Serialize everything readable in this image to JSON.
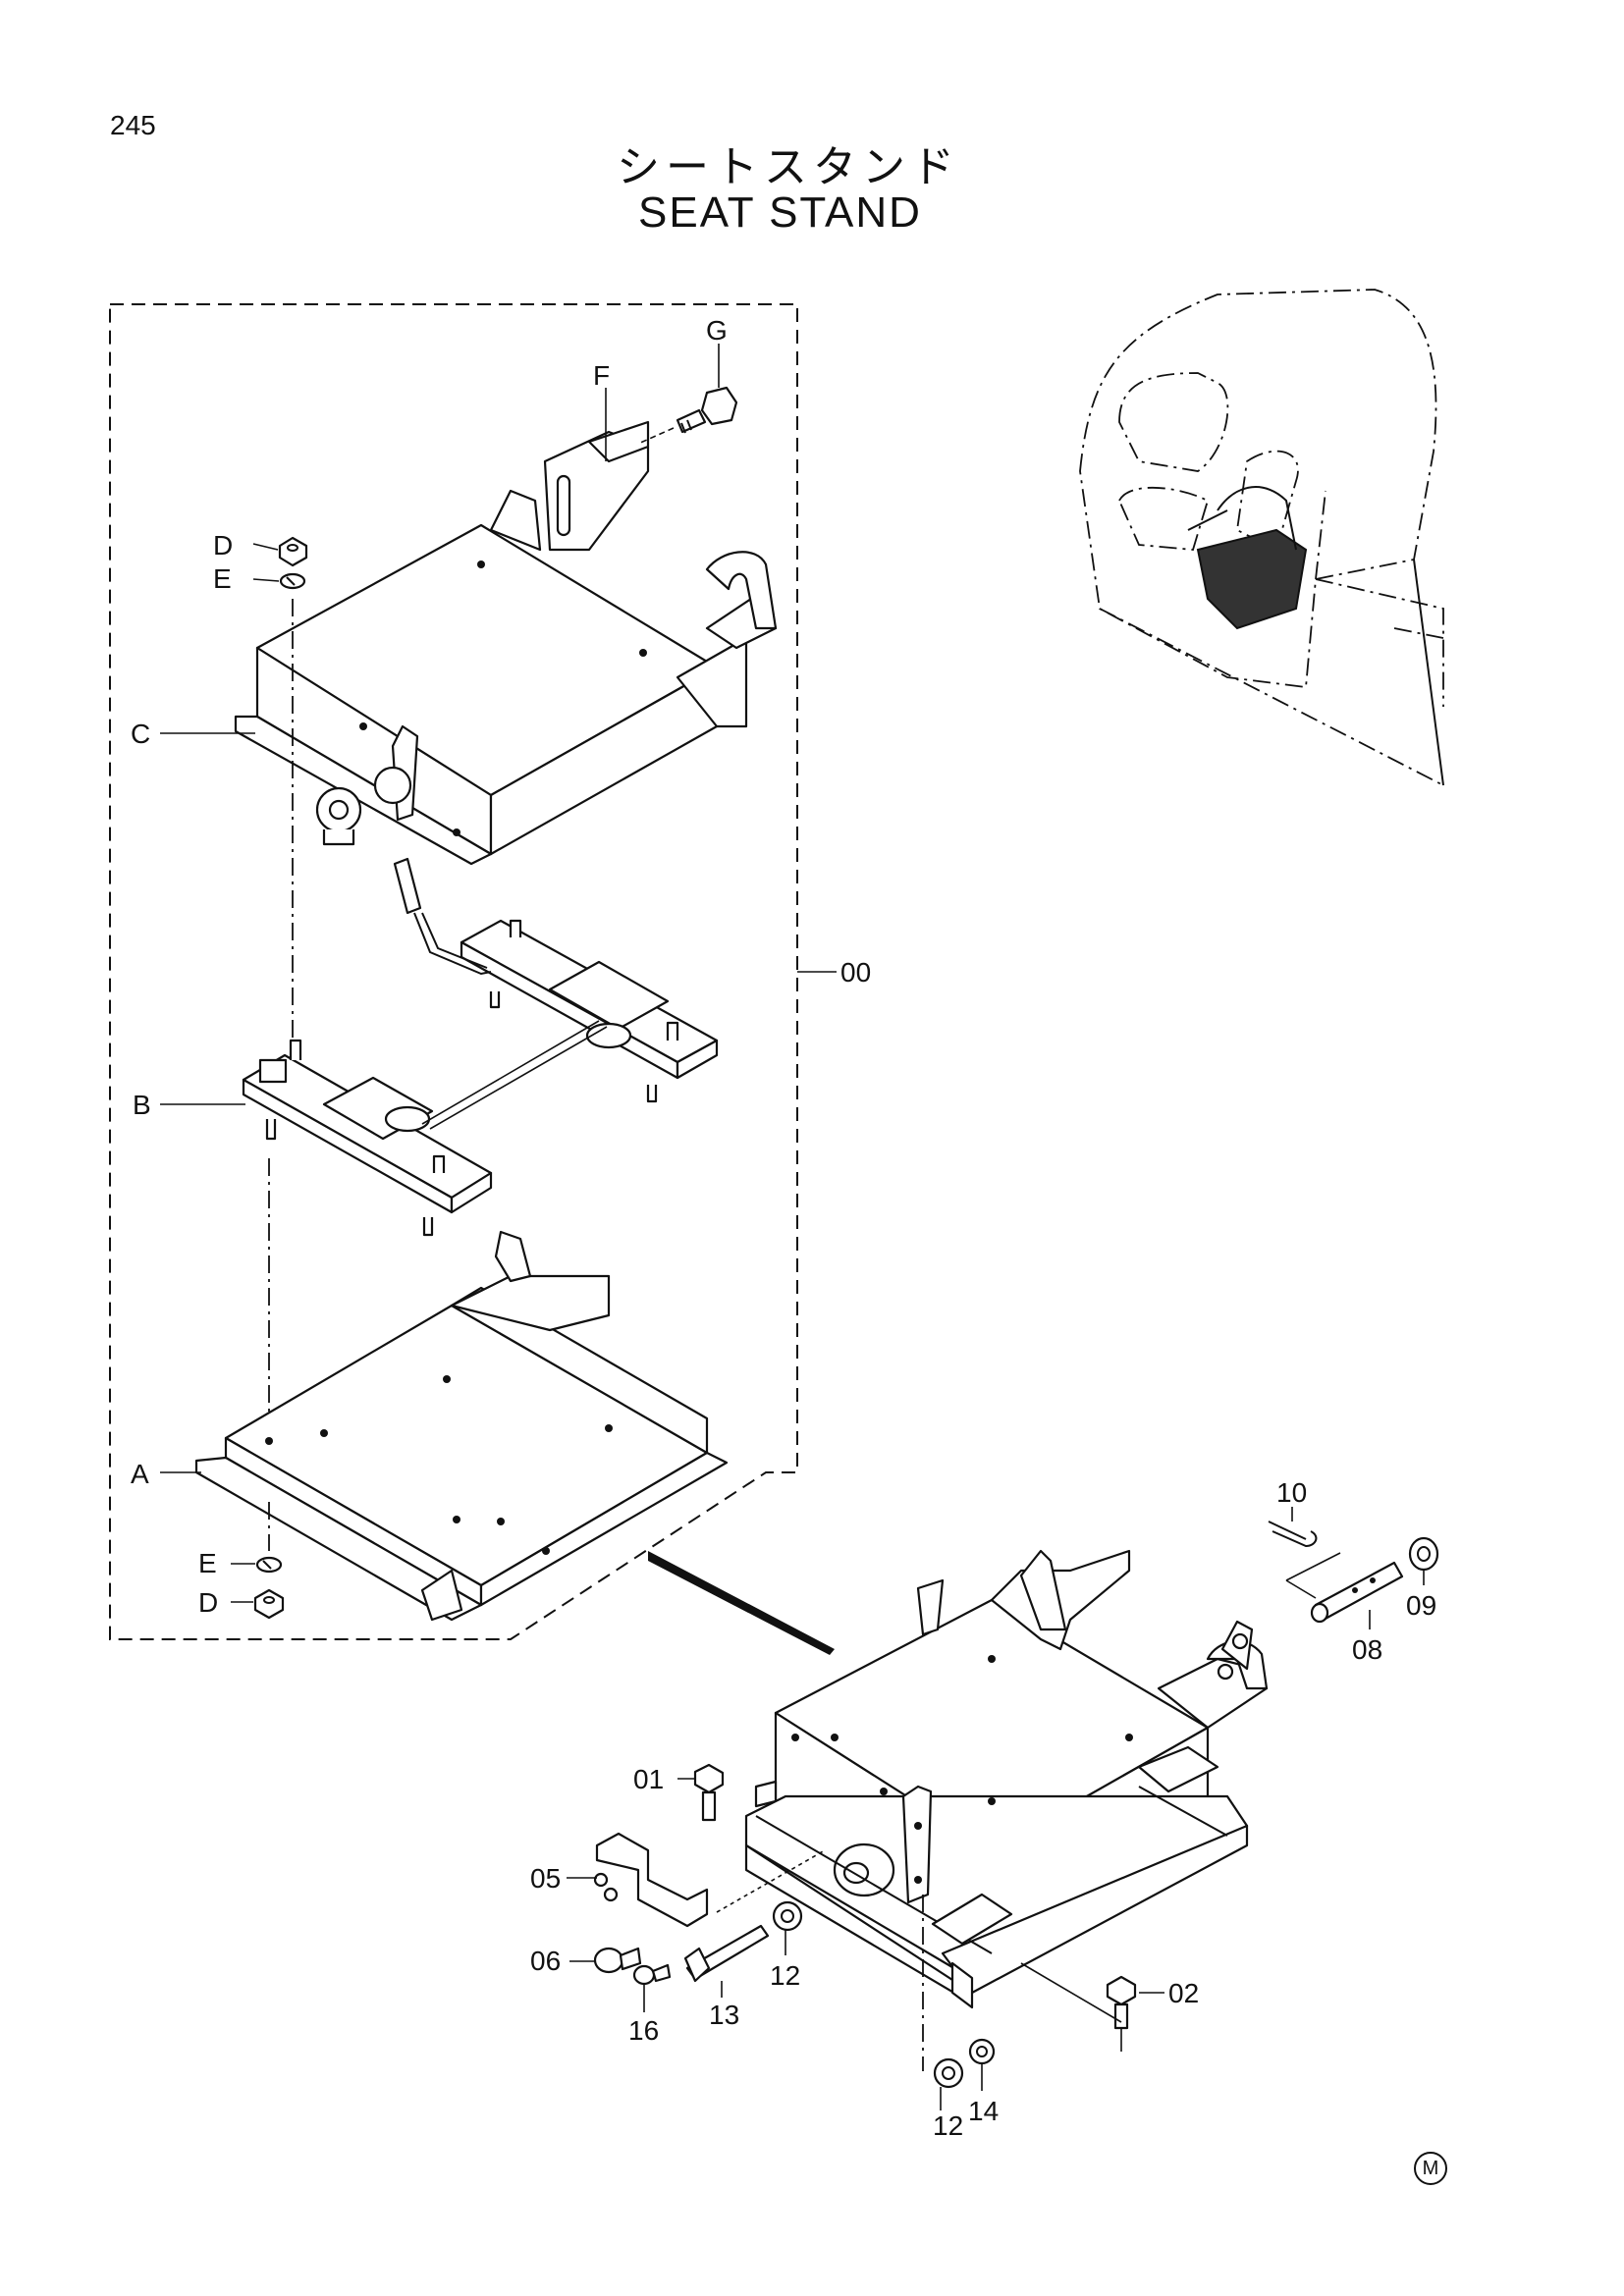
{
  "page_number": "245",
  "title_jp": "シートスタンド",
  "title_en": "SEAT STAND",
  "labels": {
    "A": "A",
    "B": "B",
    "C": "C",
    "D_top": "D",
    "E_top": "E",
    "E_bottom": "E",
    "D_bottom": "D",
    "F": "F",
    "G": "G",
    "p00": "00",
    "p01": "01",
    "p02": "02",
    "p05": "05",
    "p06": "06",
    "p08": "08",
    "p09": "09",
    "p10": "10",
    "p12a": "12",
    "p12b": "12",
    "p13": "13",
    "p14": "14",
    "p16": "16"
  },
  "mark": "M"
}
